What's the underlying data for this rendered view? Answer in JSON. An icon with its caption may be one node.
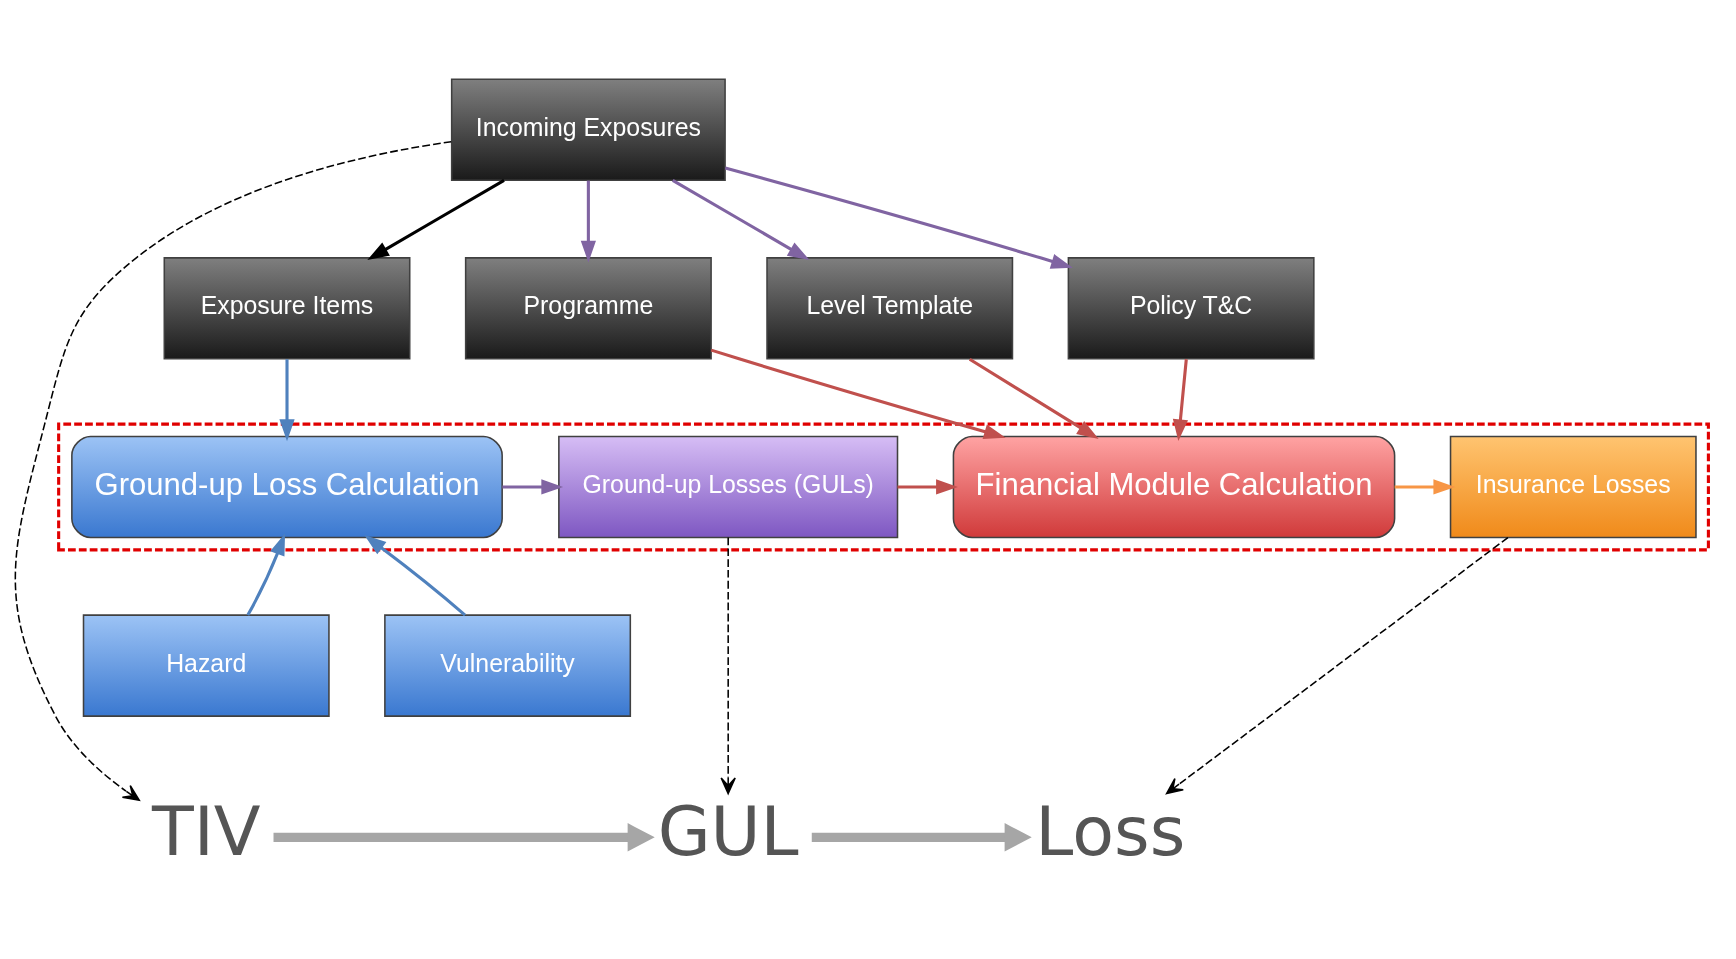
{
  "diagram": {
    "nodes": [
      {
        "text": [
          "Incoming Exposures"
        ]
      },
      {
        "text": [
          "Exposure Items"
        ]
      },
      {
        "text": [
          "Programme"
        ]
      },
      {
        "text": [
          "Level Template"
        ]
      },
      {
        "text": [
          "Policy T&C"
        ]
      },
      {
        "text": [],
        "shape": "box"
      },
      {
        "text": [
          "Ground-up Loss Calculation"
        ],
        "in": 5
      },
      {
        "text": [
          "Ground-up Losses (GULs)"
        ],
        "in": 5
      },
      {
        "text": [
          "Financial Module Calculation"
        ],
        "in": 5
      },
      {
        "text": [
          "Insurance Losses"
        ],
        "in": 5
      },
      {
        "text": [
          "Hazard"
        ]
      },
      {
        "text": [
          "Vulnerability"
        ]
      },
      {
        "text": [
          "TIV"
        ]
      },
      {
        "text": [
          "GUL"
        ]
      },
      {
        "text": [
          "Loss"
        ]
      }
    ],
    "edges": [
      {
        "from": 0,
        "to": 1,
        "arrow": "to",
        "color": "#000000"
      },
      {
        "from": 0,
        "to": 2,
        "arrow": "to",
        "color": "#8064a2"
      },
      {
        "from": 0,
        "to": 3,
        "arrow": "to",
        "color": "#8064a2"
      },
      {
        "from": 0,
        "to": 4,
        "arrow": "to",
        "color": "#8064a2"
      },
      {
        "from": 1,
        "to": 6,
        "arrow": "to",
        "color": "#4f81bd"
      },
      {
        "from": 2,
        "to": 8,
        "arrow": "to",
        "color": "#c0504d"
      },
      {
        "from": 3,
        "to": 8,
        "arrow": "to",
        "color": "#c0504d"
      },
      {
        "from": 4,
        "to": 8,
        "arrow": "to",
        "color": "#c0504d"
      },
      {
        "from": 6,
        "to": 7,
        "arrow": "to",
        "color": "#8064a2"
      },
      {
        "from": 7,
        "to": 8,
        "arrow": "to",
        "color": "#c0504d"
      },
      {
        "from": 8,
        "to": 9,
        "arrow": "to",
        "color": "#f79646"
      },
      {
        "from": 10,
        "to": 6,
        "arrow": "to",
        "color": "#4f81bd"
      },
      {
        "from": 11,
        "to": 6,
        "arrow": "to",
        "color": "#4f81bd"
      },
      {
        "from": 0,
        "to": 12,
        "arrow": "to",
        "style": "dashed",
        "color": "#000000"
      },
      {
        "from": 7,
        "to": 13,
        "arrow": "to",
        "style": "dashed",
        "color": "#000000"
      },
      {
        "from": 9,
        "to": 14,
        "arrow": "to",
        "style": "dashed",
        "color": "#000000"
      },
      {
        "from": 12,
        "to": 13,
        "arrow": "to",
        "style": "thick",
        "color": "#a6a6a6"
      },
      {
        "from": 13,
        "to": 14,
        "arrow": "to",
        "style": "thick",
        "color": "#a6a6a6"
      }
    ]
  }
}
